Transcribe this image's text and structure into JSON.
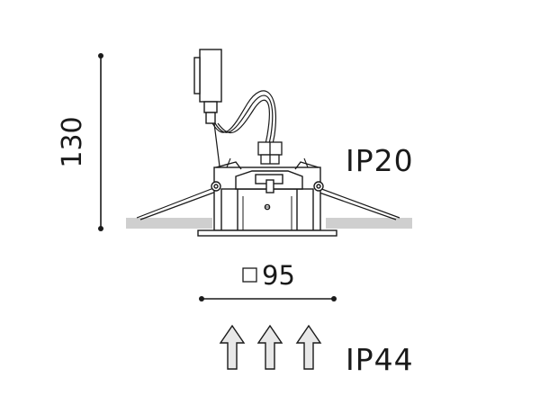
{
  "dimensions": {
    "height_label": "130",
    "width_label": "95"
  },
  "ratings": {
    "top": "IP20",
    "bottom": "IP44"
  },
  "colors": {
    "line": "#1a1a1a",
    "ceiling": "#cfcfcf",
    "arrow_fill": "#e8e8e8"
  },
  "icons": {
    "square": "square-outline-icon",
    "arrow": "arrow-up-icon"
  }
}
